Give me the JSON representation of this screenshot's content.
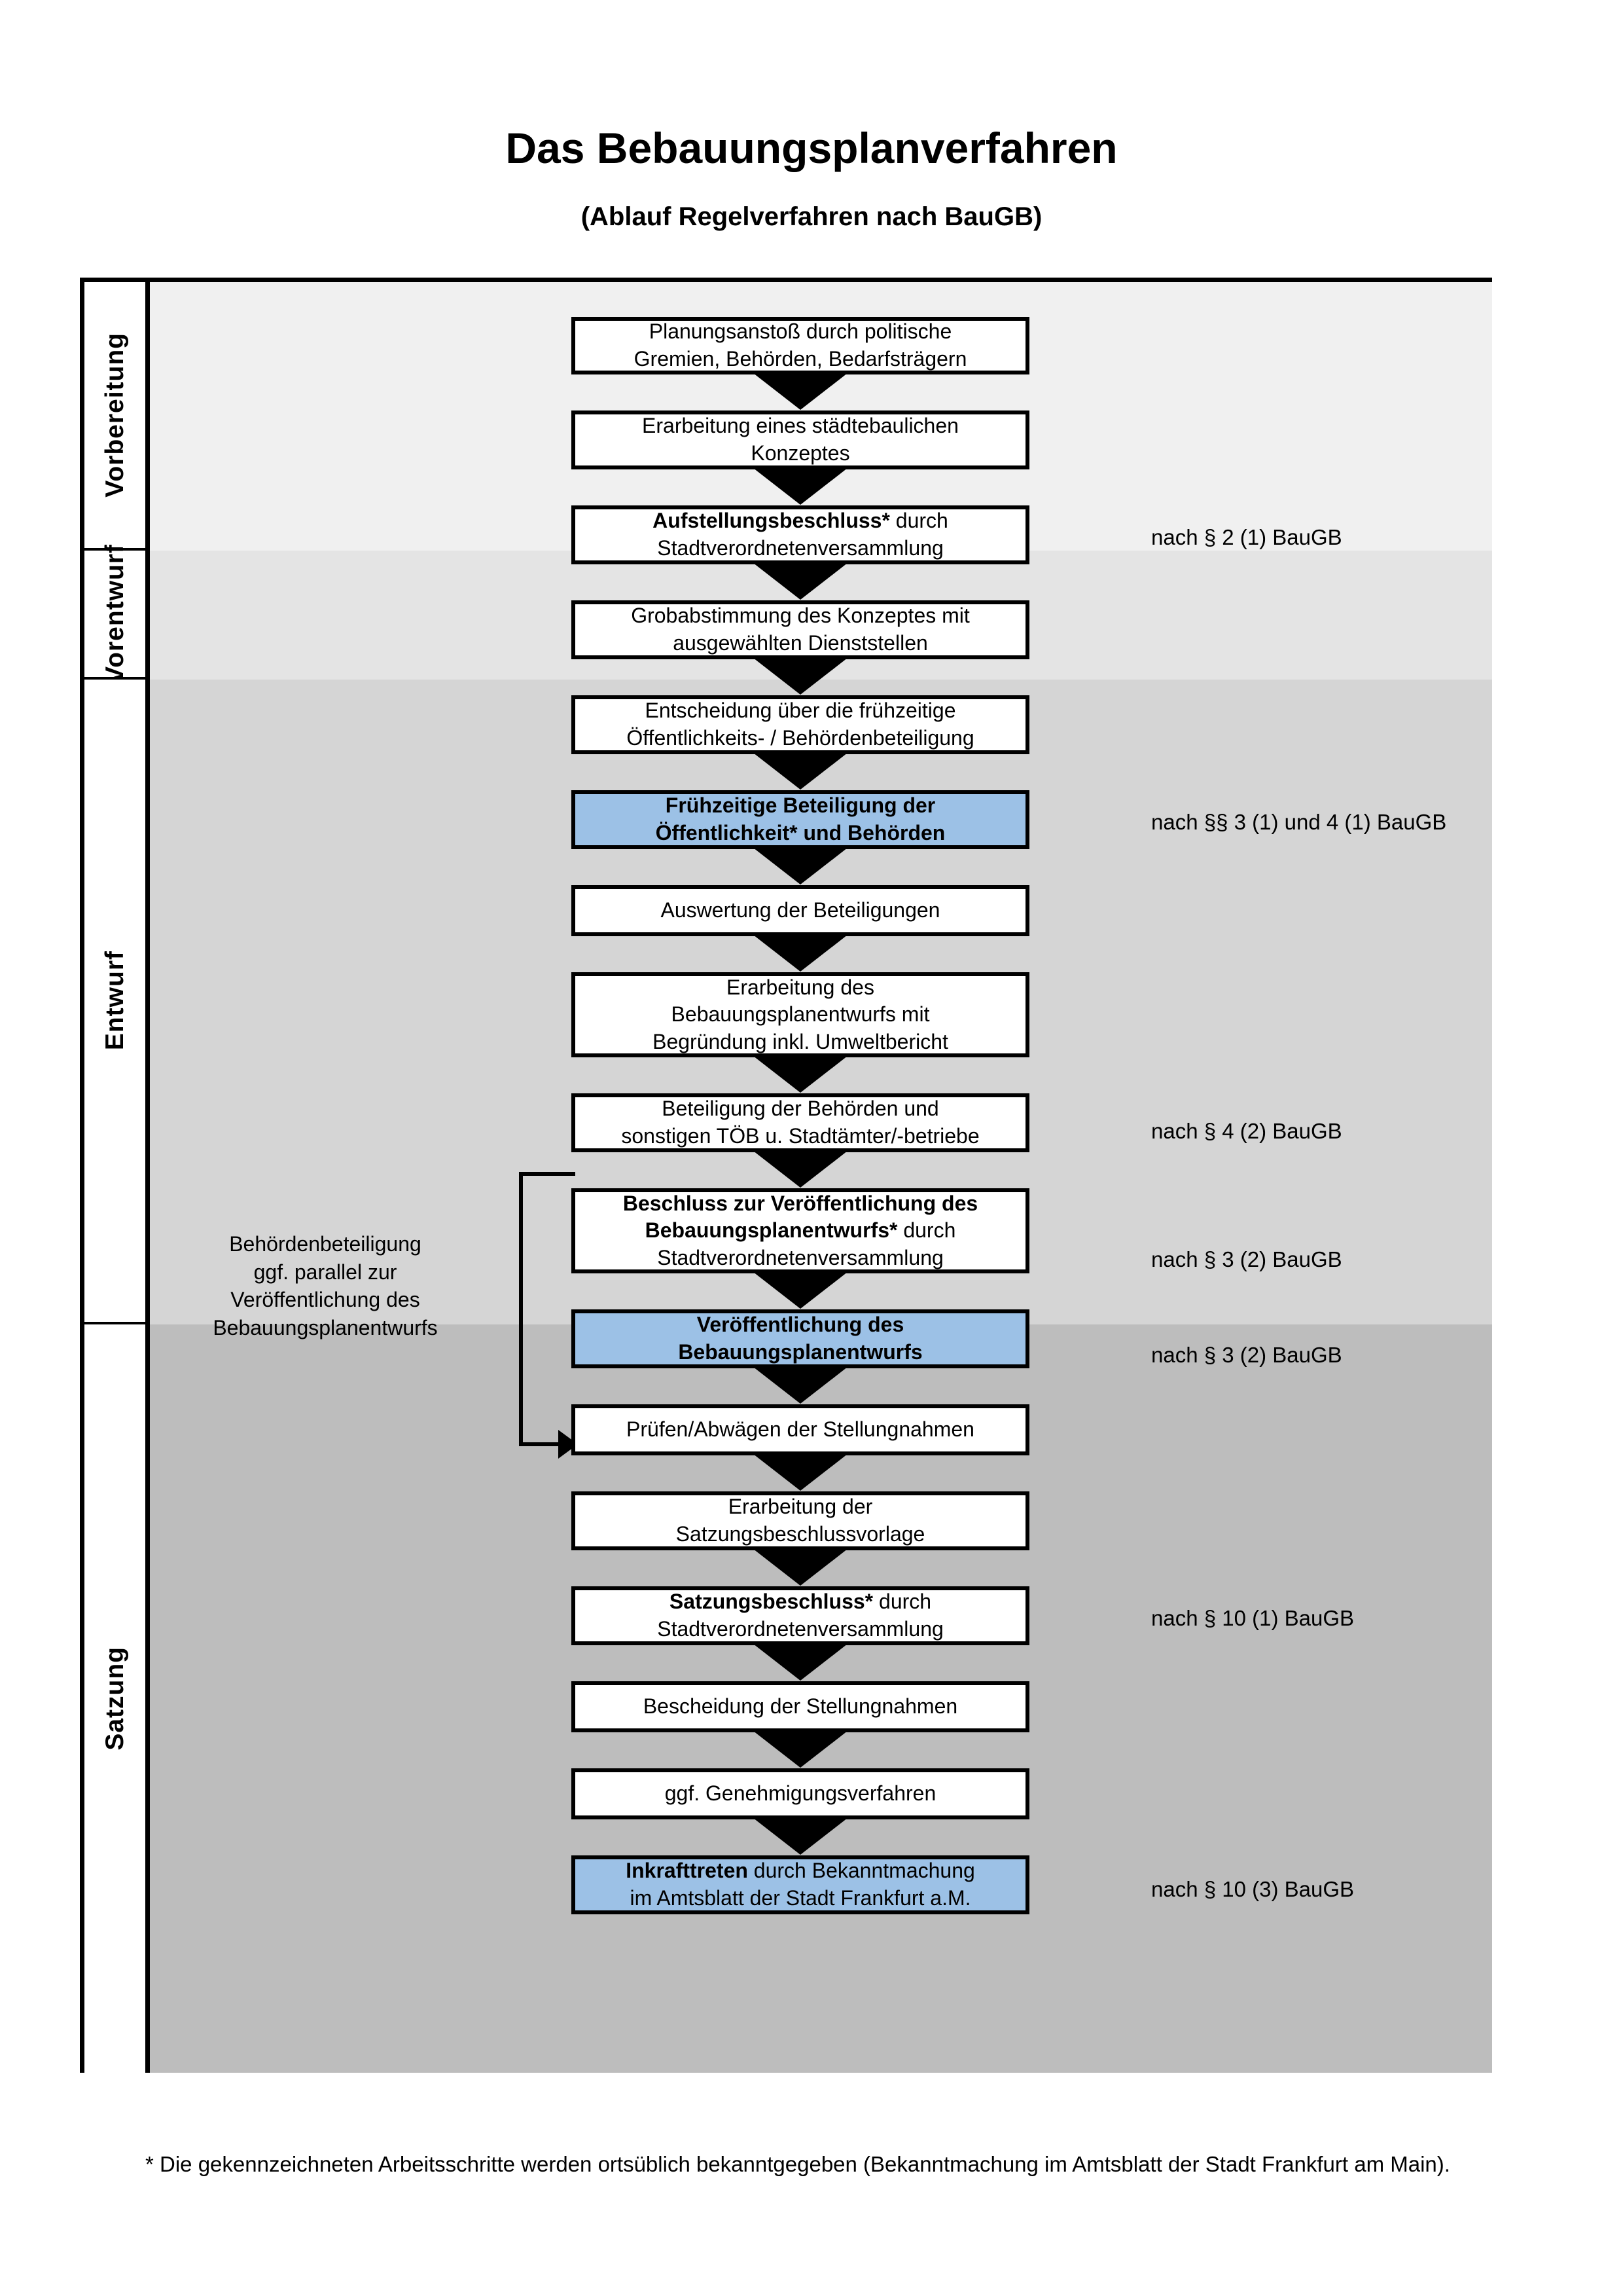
{
  "title": "Das Bebauungsplanverfahren",
  "subtitle": "(Ablauf Regelverfahren nach BauGB)",
  "phases": [
    {
      "label": "Vorbereitung",
      "band_color": "#F0F0F0"
    },
    {
      "label": "Vorentwurf",
      "band_color": "#E4E4E4"
    },
    {
      "label": "Entwurf",
      "band_color": "#D5D5D5"
    },
    {
      "label": "Satzung",
      "band_color": "#BDBDBD"
    }
  ],
  "accent_blue": "#9CC1E6",
  "steps": [
    {
      "id": "planungsanstoss",
      "line1": "Planungsanstoß durch politische",
      "line2": "Gremien, Behörden, Bedarfsträgern",
      "bold": false,
      "blue": false
    },
    {
      "id": "konzept",
      "line1": "Erarbeitung eines städtebaulichen",
      "line2": "Konzeptes",
      "bold": false,
      "blue": false
    },
    {
      "id": "aufstellungsbeschluss",
      "line1_bold": "Aufstellungsbeschluss*",
      "line1_rest": " durch",
      "line2": "Stadtverordnetenversammlung",
      "bold": "partial",
      "blue": false
    },
    {
      "id": "grobabstimmung",
      "line1": "Grobabstimmung des Konzeptes mit",
      "line2": "ausgewählten Dienststellen",
      "bold": false,
      "blue": false
    },
    {
      "id": "entscheidung",
      "line1": "Entscheidung über die frühzeitige",
      "line2": "Öffentlichkeits- / Behördenbeteiligung",
      "bold": false,
      "blue": false
    },
    {
      "id": "fruehzeitige",
      "line1": "Frühzeitige Beteiligung der",
      "line2": "Öffentlichkeit* und Behörden",
      "bold": true,
      "blue": true
    },
    {
      "id": "auswertung",
      "line1": "Auswertung der Beteiligungen",
      "line2": "",
      "bold": false,
      "blue": false
    },
    {
      "id": "erarbeitung-bplan",
      "line1": "Erarbeitung des",
      "line2": "Bebauungsplanentwurfs mit",
      "line3": "Begründung inkl. Umweltbericht",
      "bold": false,
      "blue": false
    },
    {
      "id": "beteiligung-toeb",
      "line1": "Beteiligung der Behörden und",
      "line2": "sonstigen TÖB u. Stadtämter/-betriebe",
      "bold": false,
      "blue": false
    },
    {
      "id": "beschluss-veroeff",
      "line1_bold": "Beschluss zur Veröffentlichung des",
      "line2_bold": "Bebauungsplanentwurfs*",
      "line2_rest": " durch",
      "line3": "Stadtverordnetenversammlung",
      "bold": "partial",
      "blue": false
    },
    {
      "id": "veroeffentlichung",
      "line1": "Veröffentlichung des",
      "line2": "Bebauungsplanentwurfs",
      "bold": true,
      "blue": true
    },
    {
      "id": "pruefen-abwaegen",
      "line1": "Prüfen/Abwägen der Stellungnahmen",
      "line2": "",
      "bold": false,
      "blue": false
    },
    {
      "id": "satzungsvorlage",
      "line1": "Erarbeitung der",
      "line2": "Satzungsbeschlussvorlage",
      "bold": false,
      "blue": false
    },
    {
      "id": "satzungsbeschluss",
      "line1_bold": "Satzungsbeschluss*",
      "line1_rest": " durch",
      "line2": "Stadtverordnetenversammlung",
      "bold": "partial",
      "blue": false
    },
    {
      "id": "bescheidung",
      "line1": "Bescheidung der Stellungnahmen",
      "line2": "",
      "bold": false,
      "blue": false
    },
    {
      "id": "genehmigung",
      "line1": "ggf. Genehmigungsverfahren",
      "line2": "",
      "bold": false,
      "blue": false
    },
    {
      "id": "inkrafttreten",
      "line1_bold": "Inkrafttreten",
      "line1_rest": " durch Bekanntmachung",
      "line2": "im Amtsblatt der Stadt Frankfurt a.M.",
      "bold": "partial",
      "blue": true
    }
  ],
  "legal_notes": [
    {
      "id": "note-par2",
      "text": "nach § 2 (1) BauGB"
    },
    {
      "id": "note-par3-4",
      "text": "nach §§ 3 (1) und 4 (1) BauGB"
    },
    {
      "id": "note-par4-2",
      "text": "nach § 4 (2) BauGB"
    },
    {
      "id": "note-par3-2a",
      "text": "nach § 3 (2) BauGB"
    },
    {
      "id": "note-par3-2b",
      "text": "nach § 3 (2) BauGB"
    },
    {
      "id": "note-par10-1",
      "text": "nach § 10 (1) BauGB"
    },
    {
      "id": "note-par10-3",
      "text": "nach § 10 (3) BauGB"
    }
  ],
  "side_note": {
    "line1": "Behördenbeteiligung",
    "line2": "ggf. parallel zur",
    "line3": "Veröffentlichung des",
    "line4": "Bebauungsplanentwurfs"
  },
  "footnote": "* Die gekennzeichneten Arbeitsschritte werden ortsüblich bekanntgegeben (Bekanntmachung im Amtsblatt  der Stadt Frankfurt am Main)."
}
